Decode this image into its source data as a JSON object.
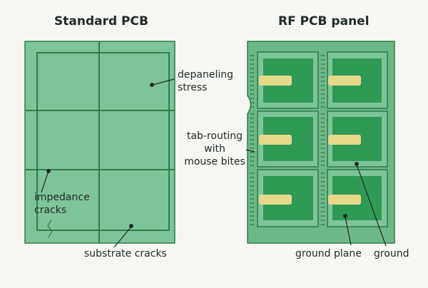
{
  "titles": {
    "left": "Standard PCB",
    "right": "RF PCB panel"
  },
  "labels": {
    "depaneling_stress": [
      "depaneling",
      "stress"
    ],
    "tab_routing": [
      "tab-routing",
      "with",
      "mouse bites"
    ],
    "impedance_cracks": [
      "impedance",
      "cracks"
    ],
    "substrate_cracks": "substrate cracks",
    "ground_plane": "ground plane",
    "ground": "ground"
  },
  "colors": {
    "board_fill": "#7ec49a",
    "board_stroke": "#2f7d4a",
    "rf_panel_fill": "#6cb888",
    "ground_plane_fill": "#2f9a55",
    "trace_fill": "#e7d98a",
    "via_dot": "#2f6b40",
    "background": "#f6f6f2",
    "text": "#1f2a2a"
  },
  "structure": {
    "standard_pcb_grid": {
      "rows": 3,
      "cols": 2
    },
    "rf_panel_grid": {
      "rows": 3,
      "cols": 2
    }
  }
}
